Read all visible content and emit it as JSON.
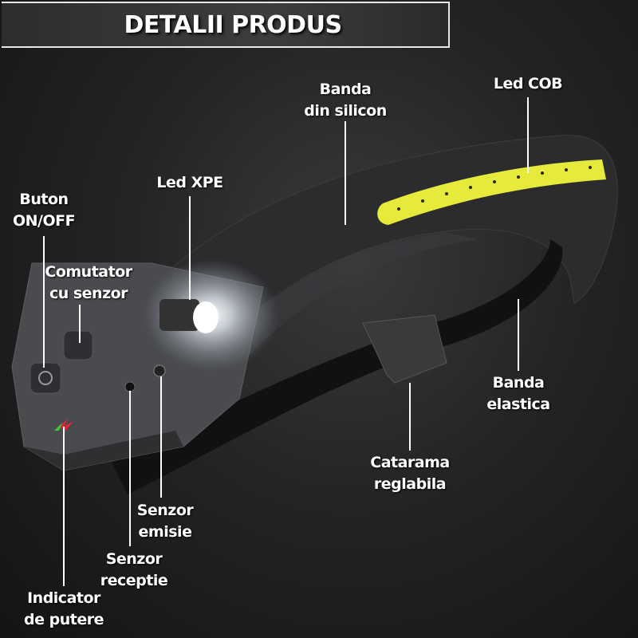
{
  "title": "DETALII PRODUS",
  "labels": {
    "silicon_band": "Banda\ndin silicon",
    "led_cob": "Led COB",
    "led_xpe": "Led XPE",
    "power_button": "Buton\nON/OFF",
    "sensor_switch": "Comutator\ncu senzor",
    "elastic_band": "Banda\nelastica",
    "buckle": "Catarama\nreglabila",
    "emit_sensor": "Senzor\nemisie",
    "receive_sensor": "Senzor\nreceptie",
    "power_indicator": "Indicator\nde putere"
  },
  "colors": {
    "cob_led": "#e6ea3a",
    "background": "#1b1b1b",
    "text": "#ffffff"
  }
}
